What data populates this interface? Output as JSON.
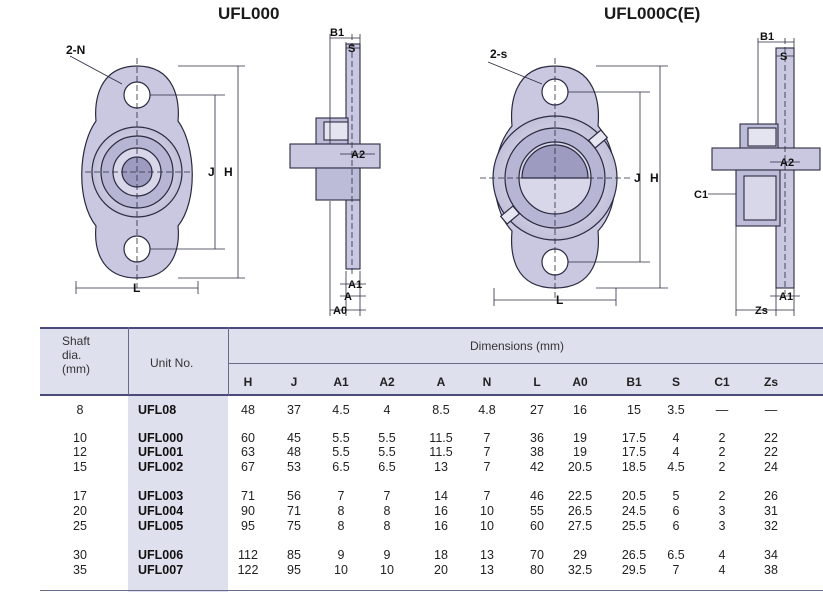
{
  "titles": {
    "left": "UFL000",
    "right": "UFL000C(E)"
  },
  "labels": {
    "hole_left": "2-N",
    "hole_right": "2-s",
    "j": "J",
    "h": "H",
    "l": "L",
    "b1": "B1",
    "s": "S",
    "a2": "A2",
    "a1": "A1",
    "a": "A",
    "a0": "A0",
    "c1": "C1",
    "zs": "Zs"
  },
  "table": {
    "shaft_header": [
      "Shaft",
      "dia.",
      "(mm)"
    ],
    "unit_header": "Unit  No.",
    "dims_header": "Dimensions (mm)",
    "columns": [
      "H",
      "J",
      "A1",
      "A2",
      "A",
      "N",
      "L",
      "A0",
      "B1",
      "S",
      "C1",
      "Zs"
    ],
    "rows": [
      {
        "shaft": "8",
        "unit": "UFL08",
        "vals": [
          "48",
          "37",
          "4.5",
          "4",
          "8.5",
          "4.8",
          "27",
          "16",
          "15",
          "3.5",
          "—",
          "—"
        ]
      },
      {
        "shaft": "10",
        "unit": "UFL000",
        "vals": [
          "60",
          "45",
          "5.5",
          "5.5",
          "11.5",
          "7",
          "36",
          "19",
          "17.5",
          "4",
          "2",
          "22"
        ]
      },
      {
        "shaft": "12",
        "unit": "UFL001",
        "vals": [
          "63",
          "48",
          "5.5",
          "5.5",
          "11.5",
          "7",
          "38",
          "19",
          "17.5",
          "4",
          "2",
          "22"
        ]
      },
      {
        "shaft": "15",
        "unit": "UFL002",
        "vals": [
          "67",
          "53",
          "6.5",
          "6.5",
          "13",
          "7",
          "42",
          "20.5",
          "18.5",
          "4.5",
          "2",
          "24"
        ]
      },
      {
        "shaft": "17",
        "unit": "UFL003",
        "vals": [
          "71",
          "56",
          "7",
          "7",
          "14",
          "7",
          "46",
          "22.5",
          "20.5",
          "5",
          "2",
          "26"
        ]
      },
      {
        "shaft": "20",
        "unit": "UFL004",
        "vals": [
          "90",
          "71",
          "8",
          "8",
          "16",
          "10",
          "55",
          "26.5",
          "24.5",
          "6",
          "3",
          "31"
        ]
      },
      {
        "shaft": "25",
        "unit": "UFL005",
        "vals": [
          "95",
          "75",
          "8",
          "8",
          "16",
          "10",
          "60",
          "27.5",
          "25.5",
          "6",
          "3",
          "32"
        ]
      },
      {
        "shaft": "30",
        "unit": "UFL006",
        "vals": [
          "112",
          "85",
          "9",
          "9",
          "18",
          "13",
          "70",
          "29",
          "26.5",
          "6.5",
          "4",
          "34"
        ]
      },
      {
        "shaft": "35",
        "unit": "UFL007",
        "vals": [
          "122",
          "95",
          "10",
          "10",
          "20",
          "13",
          "80",
          "32.5",
          "29.5",
          "7",
          "4",
          "38"
        ]
      }
    ]
  },
  "colors": {
    "part_fill": "#c9c8e0",
    "part_stroke": "#2a2a40",
    "header_bg": "#dfe0ee"
  }
}
